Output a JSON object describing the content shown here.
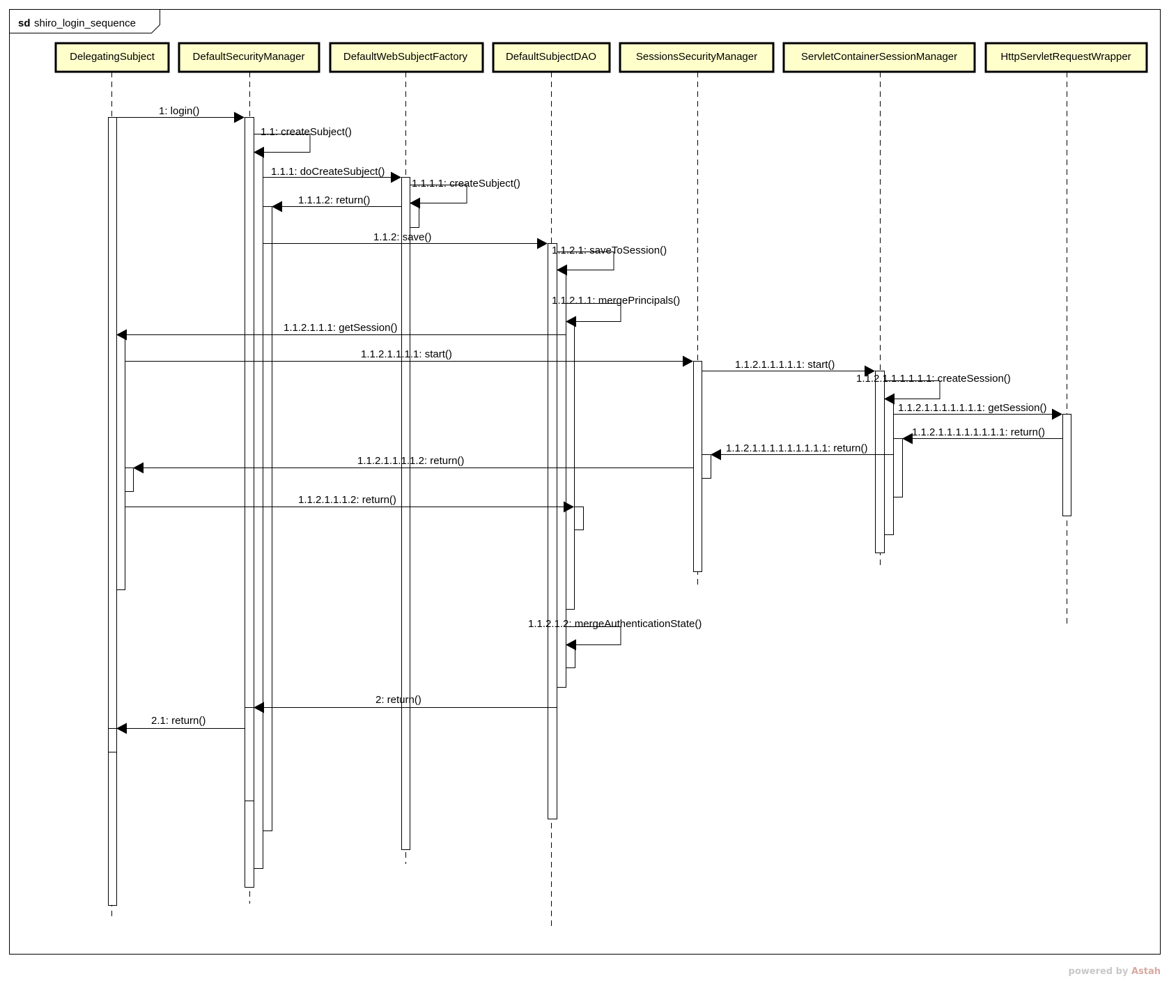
{
  "diagram": {
    "keyword": "sd",
    "name": "shiro_login_sequence",
    "lifelines": [
      "DelegatingSubject",
      "DefaultSecurityManager",
      "DefaultWebSubjectFactory",
      "DefaultSubjectDAO",
      "SessionsSecurityManager",
      "ServletContainerSessionManager",
      "HttpServletRequestWrapper"
    ],
    "messages": [
      "1: login()",
      "1.1: createSubject()",
      "1.1.1: doCreateSubject()",
      "1.1.1.1: createSubject()",
      "1.1.1.2: return()",
      "1.1.2: save()",
      "1.1.2.1: saveToSession()",
      "1.1.2.1.1: mergePrincipals()",
      "1.1.2.1.1.1: getSession()",
      "1.1.2.1.1.1.1: start()",
      "1.1.2.1.1.1.1.1: start()",
      "1.1.2.1.1.1.1.1.1: createSession()",
      "1.1.2.1.1.1.1.1.1.1: getSession()",
      "1.1.2.1.1.1.1.1.1.1.1: return()",
      "1.1.2.1.1.1.1.1.1.1.1.1: return()",
      "1.1.2.1.1.1.1.2: return()",
      "1.1.2.1.1.1.2: return()",
      "1.1.2.1.2: mergeAuthenticationState()",
      "2: return()",
      "2.1: return()"
    ]
  },
  "colors": {
    "lifeline_head_fill": "#ffffcc",
    "stroke": "#000000"
  },
  "watermark": {
    "prefix": "powered by ",
    "brand": "Astah"
  }
}
